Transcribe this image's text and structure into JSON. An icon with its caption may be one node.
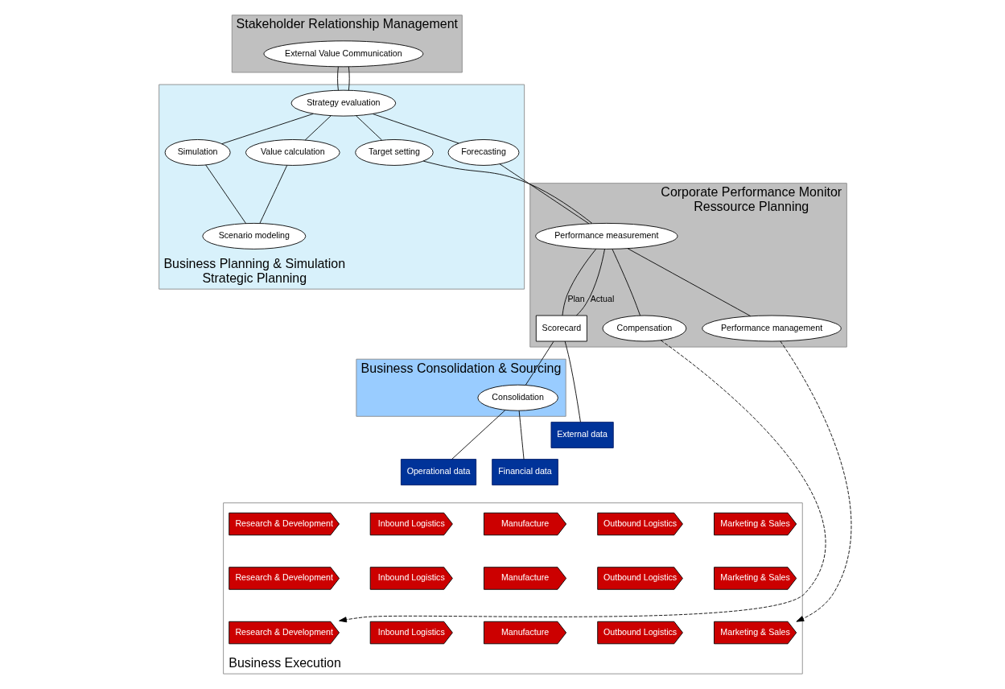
{
  "diagram": {
    "nodes": [
      {
        "text": [
          "Stakeholder Relationship Management"
        ]
      },
      {
        "text": [
          "External Value Communication"
        ],
        "in": 0
      },
      {
        "text": [
          "Business Planning & Simulation",
          "Strategic Planning"
        ]
      },
      {
        "text": [
          "Strategy evaluation"
        ],
        "in": 2
      },
      {
        "text": [
          "Simulation"
        ],
        "in": 2
      },
      {
        "text": [
          "Value calculation"
        ],
        "in": 2
      },
      {
        "text": [
          "Target setting"
        ],
        "in": 2
      },
      {
        "text": [
          "Forecasting"
        ],
        "in": 2
      },
      {
        "text": [
          "Scenario modeling"
        ],
        "in": 2
      },
      {
        "text": [
          "Corporate Performance Monitor",
          "Ressource Planning"
        ]
      },
      {
        "text": [
          "Performance measurement"
        ],
        "in": 9
      },
      {
        "text": [
          "Scorecard"
        ],
        "in": 9
      },
      {
        "text": [
          "Compensation"
        ],
        "in": 9
      },
      {
        "text": [
          "Performance management"
        ],
        "in": 9
      },
      {
        "text": [
          "Business Consolidation & Sourcing"
        ]
      },
      {
        "text": [
          "Consolidation"
        ],
        "in": 14
      },
      {
        "text": [
          "Operational data"
        ]
      },
      {
        "text": [
          "Financial data"
        ]
      },
      {
        "text": [
          "External data"
        ]
      },
      {
        "text": [
          "Business Execution"
        ]
      },
      {
        "text": [
          "Research & Development"
        ],
        "in": 19
      },
      {
        "text": [
          "Inbound Logistics"
        ],
        "in": 19
      },
      {
        "text": [
          "Manufacture"
        ],
        "in": 19
      },
      {
        "text": [
          "Outbound Logistics"
        ],
        "in": 19
      },
      {
        "text": [
          "Marketing & Sales"
        ],
        "in": 19
      },
      {
        "text": [
          "Research & Development"
        ],
        "in": 19
      },
      {
        "text": [
          "Inbound Logistics"
        ],
        "in": 19
      },
      {
        "text": [
          "Manufacture"
        ],
        "in": 19
      },
      {
        "text": [
          "Outbound Logistics"
        ],
        "in": 19
      },
      {
        "text": [
          "Marketing & Sales"
        ],
        "in": 19
      },
      {
        "text": [
          "Research & Development"
        ],
        "in": 19
      },
      {
        "text": [
          "Inbound Logistics"
        ],
        "in": 19
      },
      {
        "text": [
          "Manufacture"
        ],
        "in": 19
      },
      {
        "text": [
          "Outbound Logistics"
        ],
        "in": 19
      },
      {
        "text": [
          "Marketing & Sales"
        ],
        "in": 19
      }
    ],
    "edges": [
      {
        "from": 1,
        "to": 3,
        "arrow": "none"
      },
      {
        "from": 1,
        "to": 3,
        "arrow": "none"
      },
      {
        "from": 3,
        "to": 6,
        "arrow": "none"
      },
      {
        "from": 3,
        "to": 4,
        "arrow": "none"
      },
      {
        "from": 3,
        "to": 5,
        "arrow": "none"
      },
      {
        "from": 3,
        "to": 7,
        "arrow": "none"
      },
      {
        "from": 4,
        "to": 8,
        "arrow": "none"
      },
      {
        "from": 5,
        "to": 8,
        "arrow": "none"
      },
      {
        "from": 6,
        "to": 10,
        "arrow": "none"
      },
      {
        "from": 7,
        "to": 10,
        "arrow": "none"
      },
      {
        "from": 10,
        "to": 12,
        "arrow": "none"
      },
      {
        "from": 10,
        "to": 13,
        "arrow": "none"
      },
      {
        "from": 10,
        "to": 11,
        "arrow": "none",
        "label": "Plan"
      },
      {
        "from": 10,
        "to": 11,
        "arrow": "none",
        "label": "Actual"
      },
      {
        "from": 11,
        "to": 15,
        "arrow": "none"
      },
      {
        "from": 11,
        "to": 18,
        "arrow": "none"
      },
      {
        "from": 15,
        "to": 16,
        "arrow": "none"
      },
      {
        "from": 15,
        "to": 17,
        "arrow": "none"
      },
      {
        "from": 12,
        "to": 30,
        "arrow": "to",
        "style": "dashed"
      },
      {
        "from": 13,
        "to": 34,
        "arrow": "to",
        "style": "dashed"
      }
    ]
  }
}
